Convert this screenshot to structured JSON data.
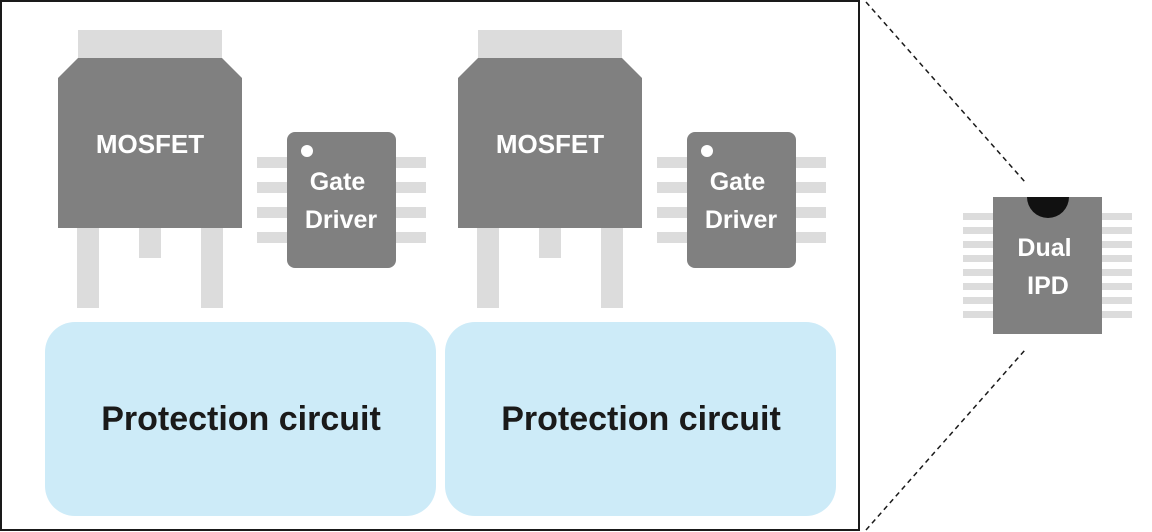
{
  "colors": {
    "chip_body": "#808080",
    "leads": "#dcdcdc",
    "protection_fill": "#cdebf8",
    "frame": "#1a1a1a",
    "label_light": "#ffffff",
    "label_dark": "#1a1a1a",
    "notch": "#111111"
  },
  "channels": [
    {
      "mosfet_label": "MOSFET",
      "gate_driver_label": [
        "Gate",
        "Driver"
      ],
      "protection_label": "Protection circuit"
    },
    {
      "mosfet_label": "MOSFET",
      "gate_driver_label": [
        "Gate",
        "Driver"
      ],
      "protection_label": "Protection circuit"
    }
  ],
  "integrated_chip": {
    "label": [
      "Dual",
      "IPD"
    ]
  },
  "icons": {
    "mosfet": "dpak-package-icon",
    "gate_driver": "soic-package-icon",
    "integrated_chip": "ssop-package-icon"
  }
}
